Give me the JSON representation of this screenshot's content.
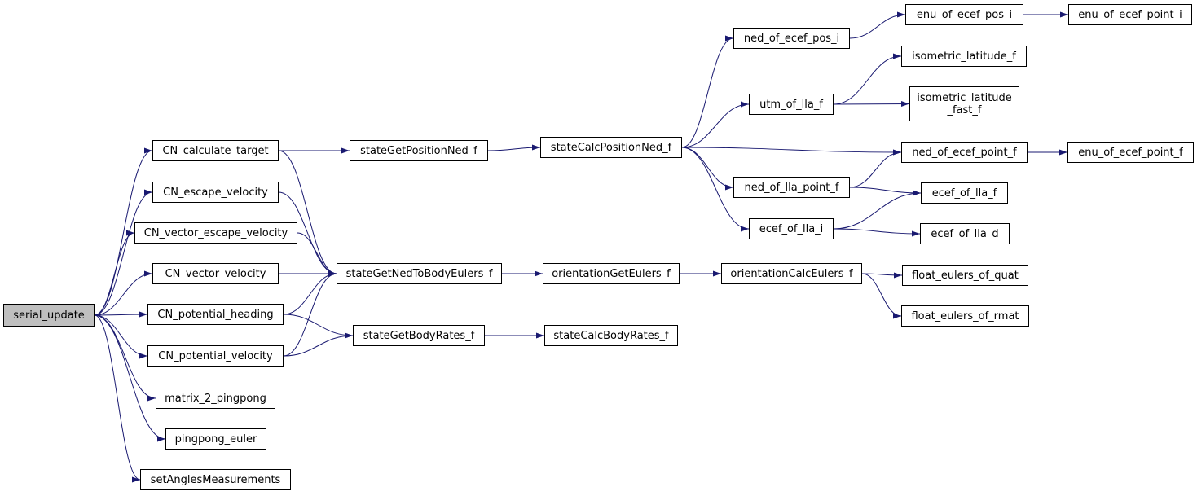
{
  "colors": {
    "edge": "#191970",
    "root_fill": "#bfbfbf",
    "node_fill": "#ffffff",
    "border": "#000000"
  },
  "nodes": {
    "serial_update": "serial_update",
    "CN_calculate_target": "CN_calculate_target",
    "CN_escape_velocity": "CN_escape_velocity",
    "CN_vector_escape_velocity": "CN_vector_escape_velocity",
    "CN_vector_velocity": "CN_vector_velocity",
    "CN_potential_heading": "CN_potential_heading",
    "CN_potential_velocity": "CN_potential_velocity",
    "matrix_2_pingpong": "matrix_2_pingpong",
    "pingpong_euler": "pingpong_euler",
    "setAnglesMeasurements": "setAnglesMeasurements",
    "stateGetPositionNed_f": "stateGetPositionNed_f",
    "stateGetNedToBodyEulers_f": "stateGetNedToBodyEulers_f",
    "stateGetBodyRates_f": "stateGetBodyRates_f",
    "stateCalcPositionNed_f": "stateCalcPositionNed_f",
    "orientationGetEulers_f": "orientationGetEulers_f",
    "stateCalcBodyRates_f": "stateCalcBodyRates_f",
    "ned_of_ecef_pos_i": "ned_of_ecef_pos_i",
    "utm_of_lla_f": "utm_of_lla_f",
    "ned_of_lla_point_f": "ned_of_lla_point_f",
    "ecef_of_lla_i": "ecef_of_lla_i",
    "orientationCalcEulers_f": "orientationCalcEulers_f",
    "enu_of_ecef_pos_i": "enu_of_ecef_pos_i",
    "enu_of_ecef_point_i": "enu_of_ecef_point_i",
    "isometric_latitude_f": "isometric_latitude_f",
    "isometric_latitude_fast_f": "isometric_latitude\n_fast_f",
    "ned_of_ecef_point_f": "ned_of_ecef_point_f",
    "enu_of_ecef_point_f": "enu_of_ecef_point_f",
    "ecef_of_lla_f": "ecef_of_lla_f",
    "ecef_of_lla_d": "ecef_of_lla_d",
    "float_eulers_of_quat": "float_eulers_of_quat",
    "float_eulers_of_rmat": "float_eulers_of_rmat"
  },
  "edges": [
    [
      "serial_update",
      "CN_calculate_target"
    ],
    [
      "serial_update",
      "CN_escape_velocity"
    ],
    [
      "serial_update",
      "CN_vector_escape_velocity"
    ],
    [
      "serial_update",
      "CN_vector_velocity"
    ],
    [
      "serial_update",
      "CN_potential_heading"
    ],
    [
      "serial_update",
      "CN_potential_velocity"
    ],
    [
      "serial_update",
      "matrix_2_pingpong"
    ],
    [
      "serial_update",
      "pingpong_euler"
    ],
    [
      "serial_update",
      "setAnglesMeasurements"
    ],
    [
      "CN_calculate_target",
      "stateGetPositionNed_f"
    ],
    [
      "CN_calculate_target",
      "stateGetNedToBodyEulers_f"
    ],
    [
      "CN_escape_velocity",
      "stateGetNedToBodyEulers_f"
    ],
    [
      "CN_vector_escape_velocity",
      "stateGetNedToBodyEulers_f"
    ],
    [
      "CN_vector_velocity",
      "stateGetNedToBodyEulers_f"
    ],
    [
      "CN_potential_heading",
      "stateGetNedToBodyEulers_f"
    ],
    [
      "CN_potential_heading",
      "stateGetBodyRates_f"
    ],
    [
      "CN_potential_velocity",
      "stateGetNedToBodyEulers_f"
    ],
    [
      "CN_potential_velocity",
      "stateGetBodyRates_f"
    ],
    [
      "stateGetPositionNed_f",
      "stateCalcPositionNed_f"
    ],
    [
      "stateGetNedToBodyEulers_f",
      "orientationGetEulers_f"
    ],
    [
      "stateGetBodyRates_f",
      "stateCalcBodyRates_f"
    ],
    [
      "stateCalcPositionNed_f",
      "ned_of_ecef_pos_i"
    ],
    [
      "stateCalcPositionNed_f",
      "utm_of_lla_f"
    ],
    [
      "stateCalcPositionNed_f",
      "ned_of_ecef_point_f"
    ],
    [
      "stateCalcPositionNed_f",
      "ned_of_lla_point_f"
    ],
    [
      "stateCalcPositionNed_f",
      "ecef_of_lla_i"
    ],
    [
      "orientationGetEulers_f",
      "orientationCalcEulers_f"
    ],
    [
      "ned_of_ecef_pos_i",
      "enu_of_ecef_pos_i"
    ],
    [
      "enu_of_ecef_pos_i",
      "enu_of_ecef_point_i"
    ],
    [
      "utm_of_lla_f",
      "isometric_latitude_f"
    ],
    [
      "utm_of_lla_f",
      "isometric_latitude_fast_f"
    ],
    [
      "ned_of_ecef_point_f",
      "enu_of_ecef_point_f"
    ],
    [
      "ned_of_lla_point_f",
      "ned_of_ecef_point_f"
    ],
    [
      "ned_of_lla_point_f",
      "ecef_of_lla_f"
    ],
    [
      "ecef_of_lla_i",
      "ecef_of_lla_f"
    ],
    [
      "ecef_of_lla_i",
      "ecef_of_lla_d"
    ],
    [
      "orientationCalcEulers_f",
      "float_eulers_of_quat"
    ],
    [
      "orientationCalcEulers_f",
      "float_eulers_of_rmat"
    ]
  ]
}
